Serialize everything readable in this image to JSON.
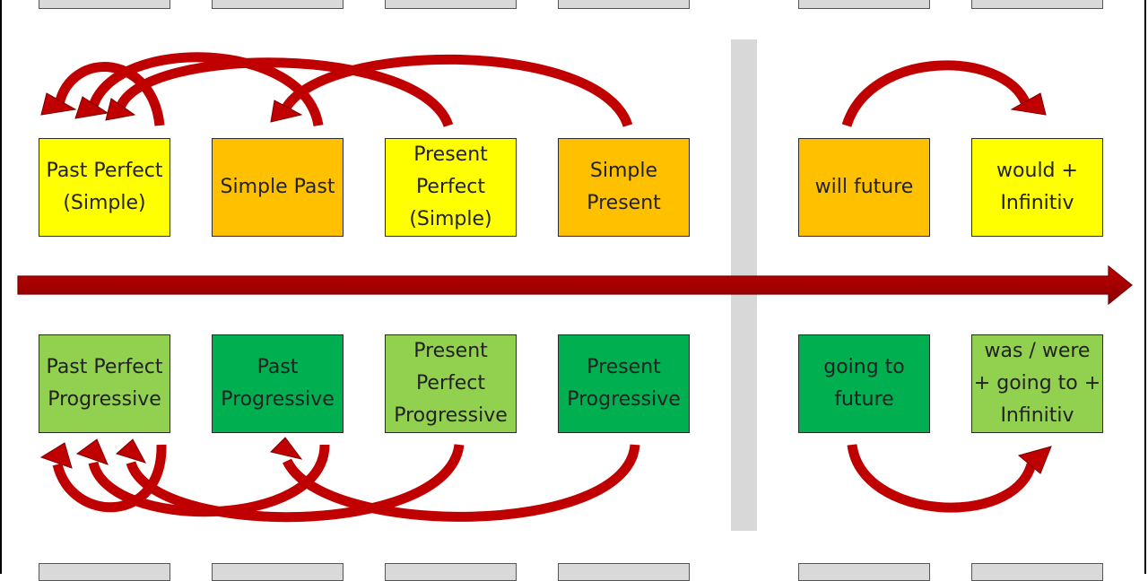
{
  "colors": {
    "yellow": "#ffff00",
    "orange": "#ffc000",
    "light_green": "#92d050",
    "green": "#00b050",
    "arrow_red": "#c00000",
    "divider_grey": "#d8d8d8",
    "ghost_grey": "#d9d9d9"
  },
  "top_row": [
    {
      "id": "past-perfect-simple",
      "label": "Past Perfect\n(Simple)",
      "color": "yellow"
    },
    {
      "id": "simple-past",
      "label": "Simple Past",
      "color": "orange"
    },
    {
      "id": "present-perfect-simple",
      "label": "Present\nPerfect\n(Simple)",
      "color": "yellow"
    },
    {
      "id": "simple-present",
      "label": "Simple\nPresent",
      "color": "orange"
    },
    {
      "id": "will-future",
      "label": "will future",
      "color": "orange"
    },
    {
      "id": "would-infinitiv",
      "label": "would +\nInfinitiv",
      "color": "yellow"
    }
  ],
  "bottom_row": [
    {
      "id": "past-perfect-progressive",
      "label": "Past Perfect\nProgressive",
      "color": "light_green"
    },
    {
      "id": "past-progressive",
      "label": "Past\nProgressive",
      "color": "green"
    },
    {
      "id": "present-perfect-progressive",
      "label": "Present\nPerfect\nProgressive",
      "color": "light_green"
    },
    {
      "id": "present-progressive",
      "label": "Present\nProgressive",
      "color": "green"
    },
    {
      "id": "going-to-future",
      "label": "going to\nfuture",
      "color": "green"
    },
    {
      "id": "was-were-going-to-infinitiv",
      "label": "was / were\n+ going to +\nInfinitiv",
      "color": "light_green"
    }
  ]
}
